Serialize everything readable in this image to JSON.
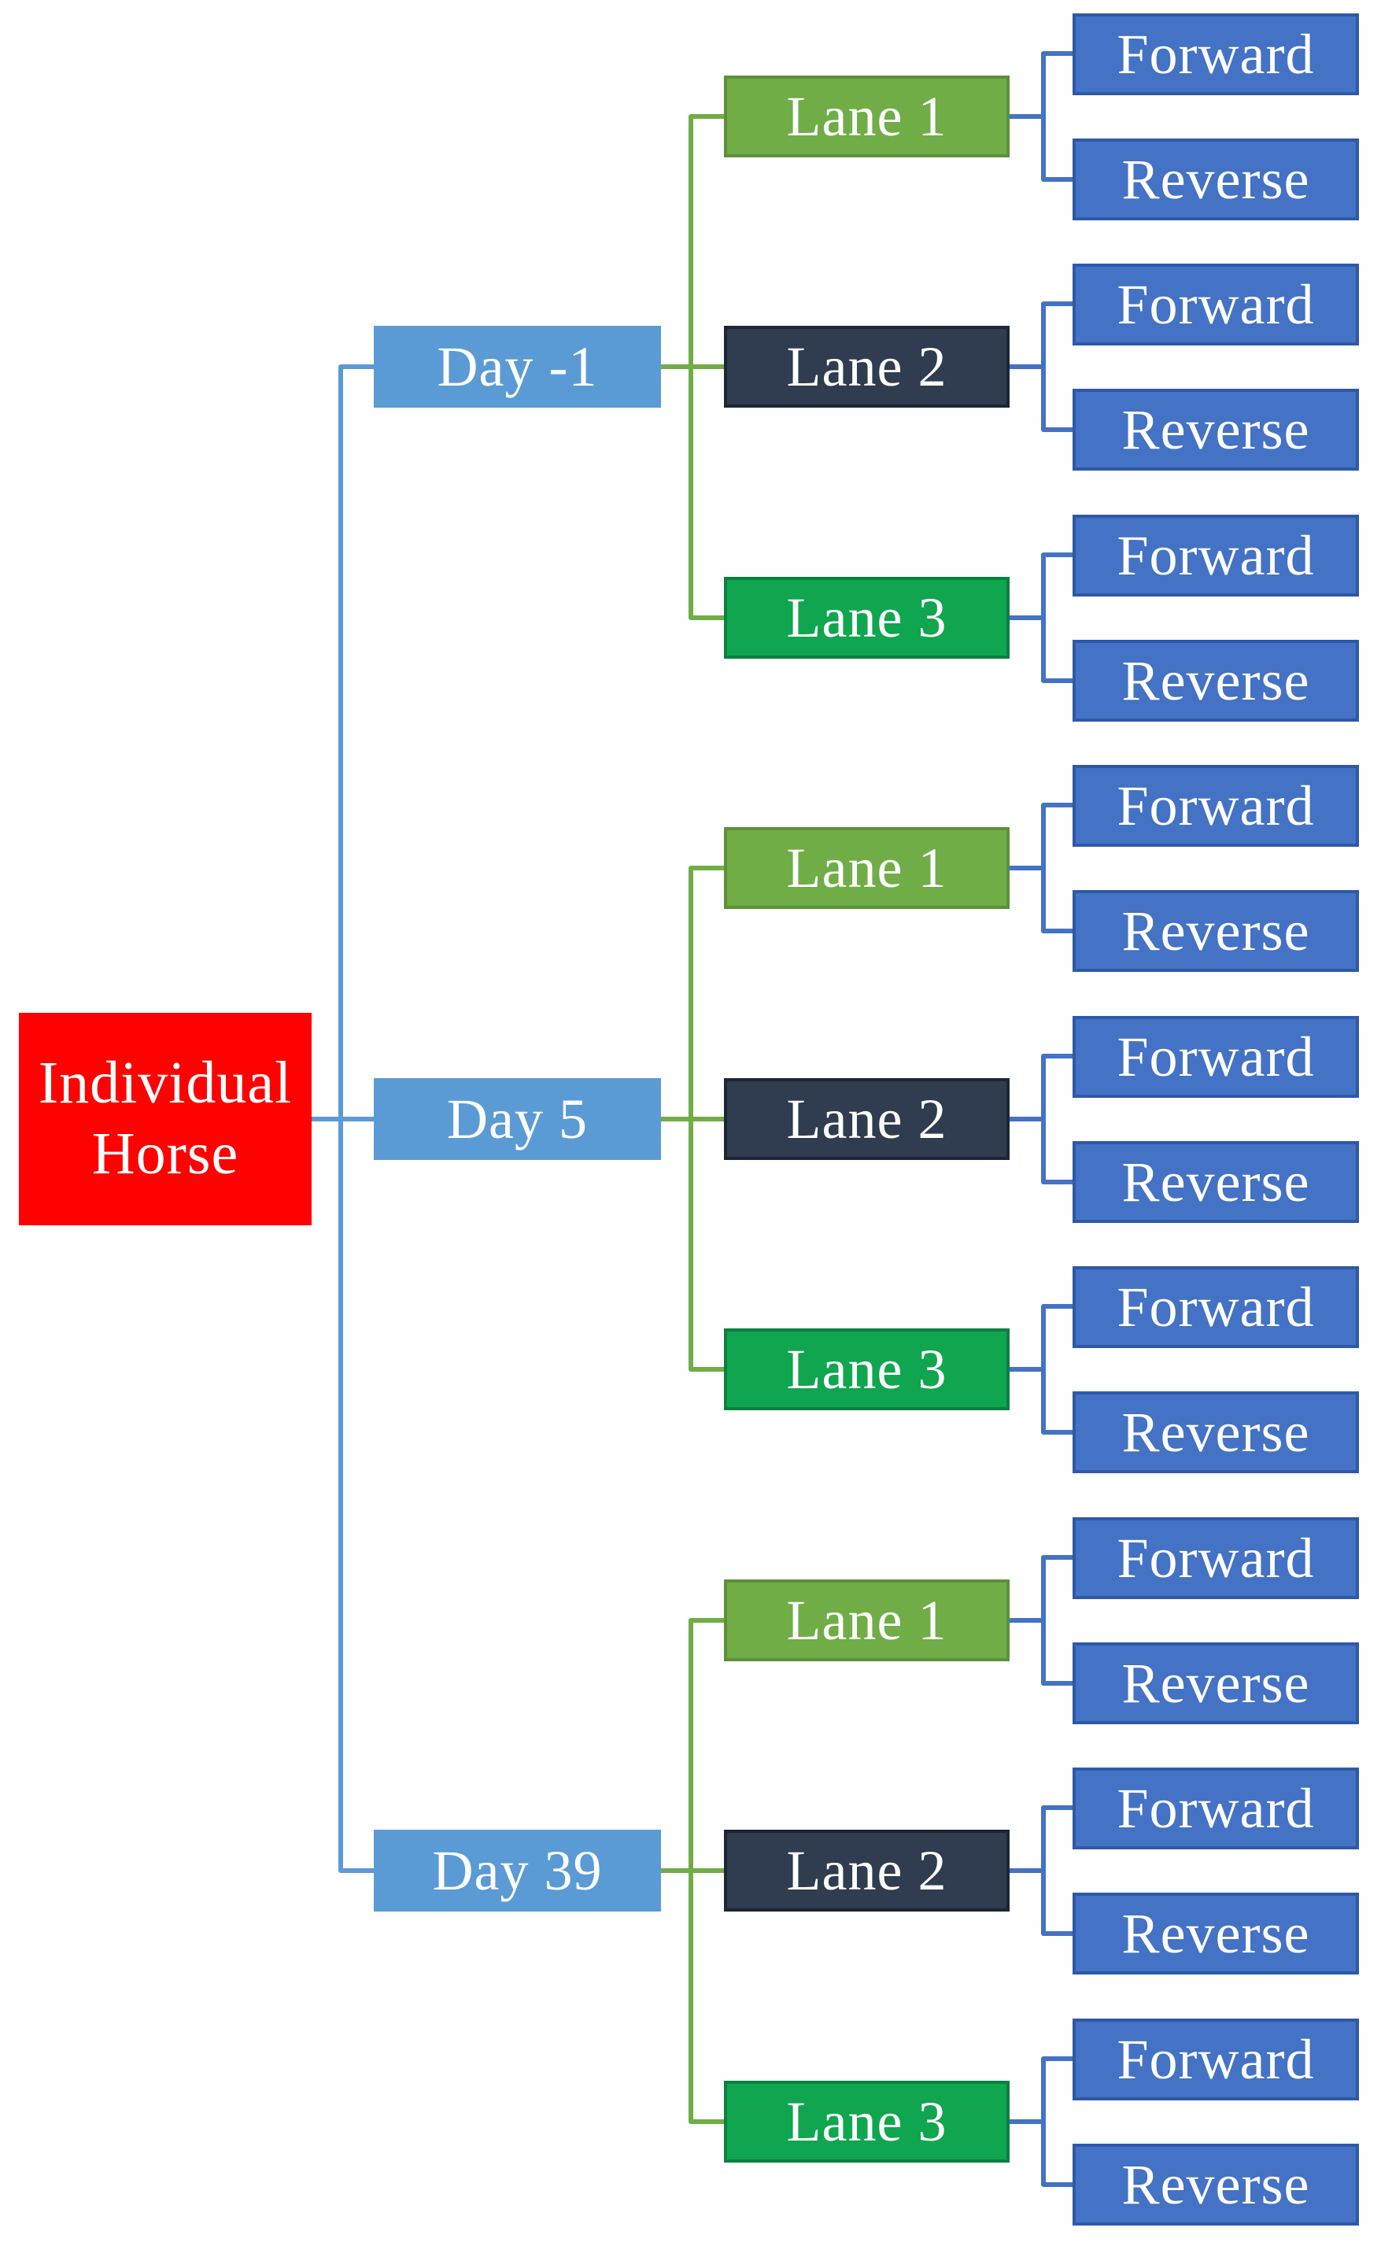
{
  "palette": {
    "root_fill": "#FE0202",
    "day_fill": "#5B9BD5",
    "lane1_fill": "#70AD47",
    "lane1_border": "#5D9139",
    "lane2_fill": "#303C4F",
    "lane2_border": "#1C2634",
    "lane3_fill": "#10A64F",
    "lane3_border": "#0B8040",
    "leaf_fill": "#4472C4",
    "leaf_border": "#2E59A8",
    "connector_root_day": "#5B9BD5",
    "connector_day_lane": "#70AD47",
    "connector_lane_leaf": "#4472C4",
    "text_color": "#FFFFFF"
  },
  "root": {
    "label": "Individual Horse"
  },
  "days": [
    {
      "label": "Day -1",
      "lanes": [
        {
          "label": "Lane 1",
          "leaves": [
            {
              "label": "Forward"
            },
            {
              "label": "Reverse"
            }
          ]
        },
        {
          "label": "Lane 2",
          "leaves": [
            {
              "label": "Forward"
            },
            {
              "label": "Reverse"
            }
          ]
        },
        {
          "label": "Lane 3",
          "leaves": [
            {
              "label": "Forward"
            },
            {
              "label": "Reverse"
            }
          ]
        }
      ]
    },
    {
      "label": "Day 5",
      "lanes": [
        {
          "label": "Lane 1",
          "leaves": [
            {
              "label": "Forward"
            },
            {
              "label": "Reverse"
            }
          ]
        },
        {
          "label": "Lane 2",
          "leaves": [
            {
              "label": "Forward"
            },
            {
              "label": "Reverse"
            }
          ]
        },
        {
          "label": "Lane 3",
          "leaves": [
            {
              "label": "Forward"
            },
            {
              "label": "Reverse"
            }
          ]
        }
      ]
    },
    {
      "label": "Day 39",
      "lanes": [
        {
          "label": "Lane 1",
          "leaves": [
            {
              "label": "Forward"
            },
            {
              "label": "Reverse"
            }
          ]
        },
        {
          "label": "Lane 2",
          "leaves": [
            {
              "label": "Forward"
            },
            {
              "label": "Reverse"
            }
          ]
        },
        {
          "label": "Lane 3",
          "leaves": [
            {
              "label": "Forward"
            },
            {
              "label": "Reverse"
            }
          ]
        }
      ]
    }
  ]
}
